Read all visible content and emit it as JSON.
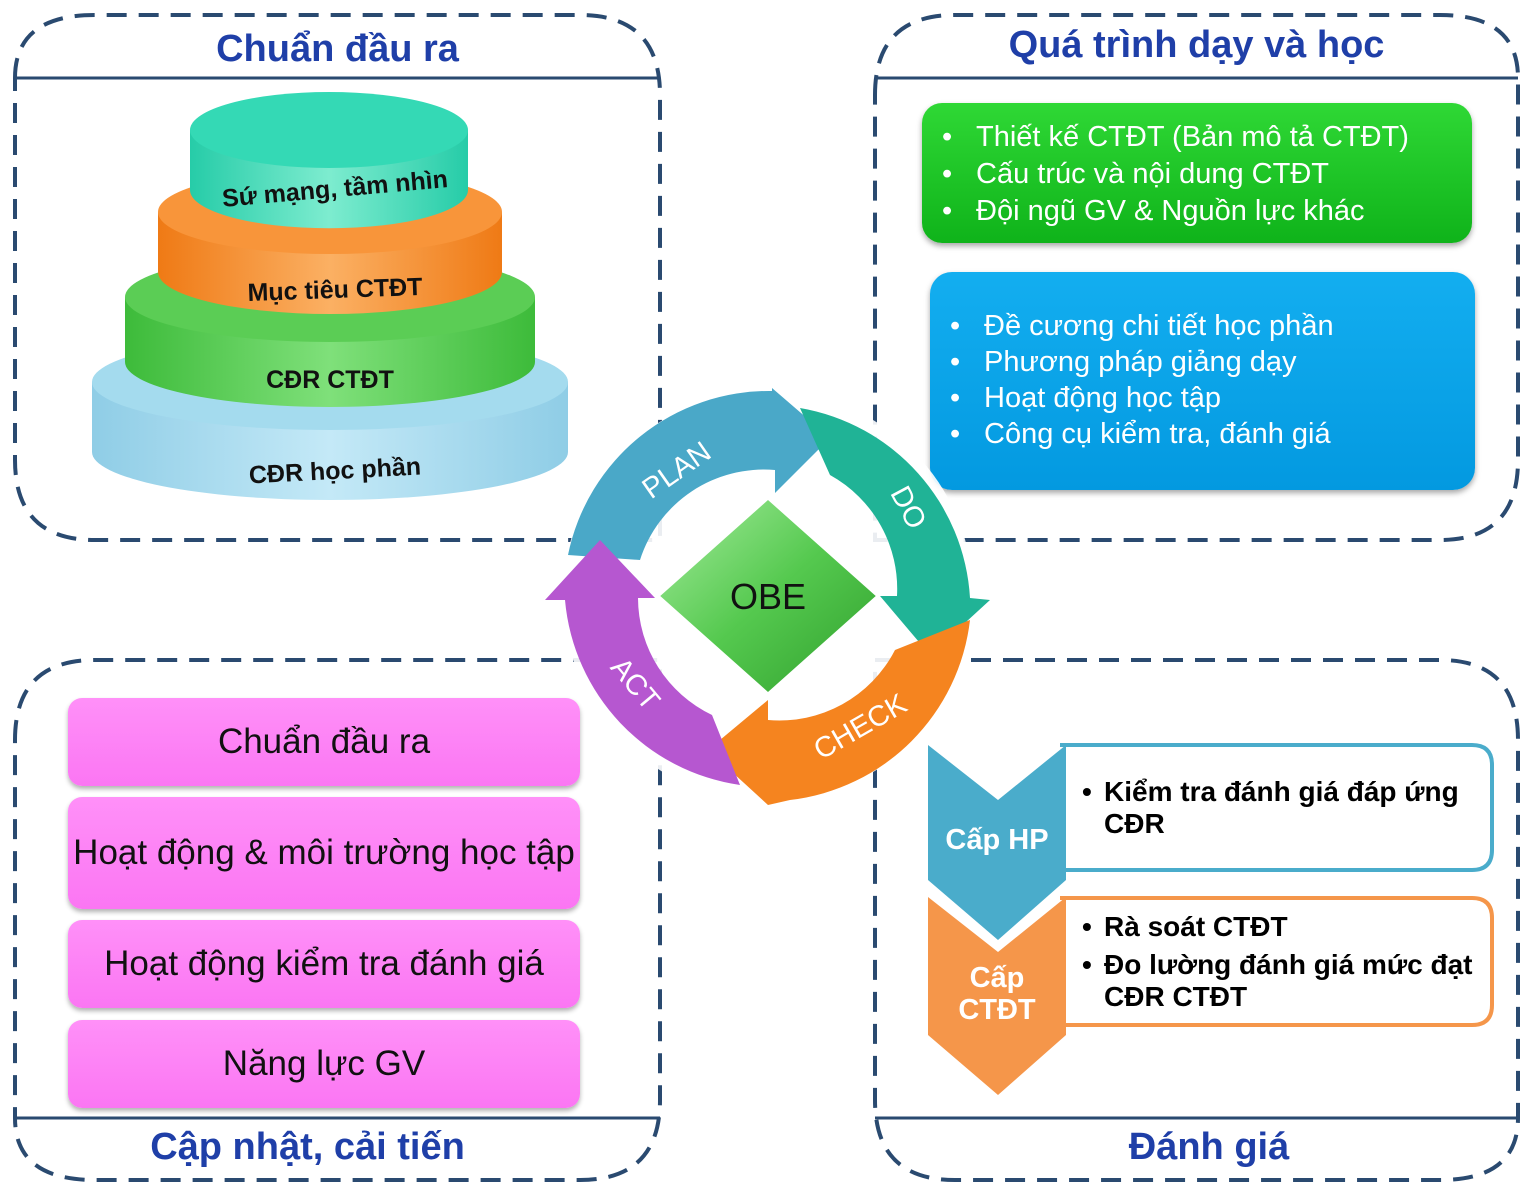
{
  "quadrants": {
    "top_left_title": "Chuẩn đầu ra",
    "top_right_title": "Quá trình dạy và học",
    "bottom_left_title": "Cập nhật, cải tiến",
    "bottom_right_title": "Đánh giá"
  },
  "pyramid": {
    "level1": "Sứ mạng, tầm nhìn",
    "level2": "Mục tiêu CTĐT",
    "level3": "CĐR CTĐT",
    "level4": "CĐR học phần",
    "colors": [
      "#2fd6b0",
      "#f5881f",
      "#4cc84a",
      "#8ed1ea"
    ]
  },
  "teaching": {
    "green_items": [
      "Thiết kế CTĐT (Bản mô tả CTĐT)",
      "Cấu trúc và nội dung CTĐT",
      "Đội ngũ GV & Nguồn lực khác"
    ],
    "blue_items": [
      "Đề cương chi tiết học phần",
      "Phương pháp giảng dạy",
      "Hoạt động học tập",
      "Công cụ kiểm tra, đánh giá"
    ]
  },
  "cycle": {
    "center": "OBE",
    "plan": "PLAN",
    "do": "DO",
    "check": "CHECK",
    "act": "ACT",
    "colors": {
      "plan": "#4aa8c8",
      "do": "#20b396",
      "check": "#f5841f",
      "act": "#b657d0",
      "center": "#55c94f"
    }
  },
  "improvement": {
    "items": [
      "Chuẩn đầu ra",
      "Hoạt động & môi trường học tập",
      "Hoạt động kiểm tra đánh giá",
      "Năng lực GV"
    ]
  },
  "assessment": {
    "hp_label": "Cấp HP",
    "hp_items": [
      "Kiểm tra đánh giá đáp ứng CĐR"
    ],
    "ctdt_label": "Cấp CTĐT",
    "ctdt_items": [
      "Rà soát CTĐT",
      "Đo lường đánh giá mức đạt CĐR CTĐT"
    ],
    "colors": {
      "hp": "#4aaccb",
      "ctdt": "#f5964a"
    }
  }
}
